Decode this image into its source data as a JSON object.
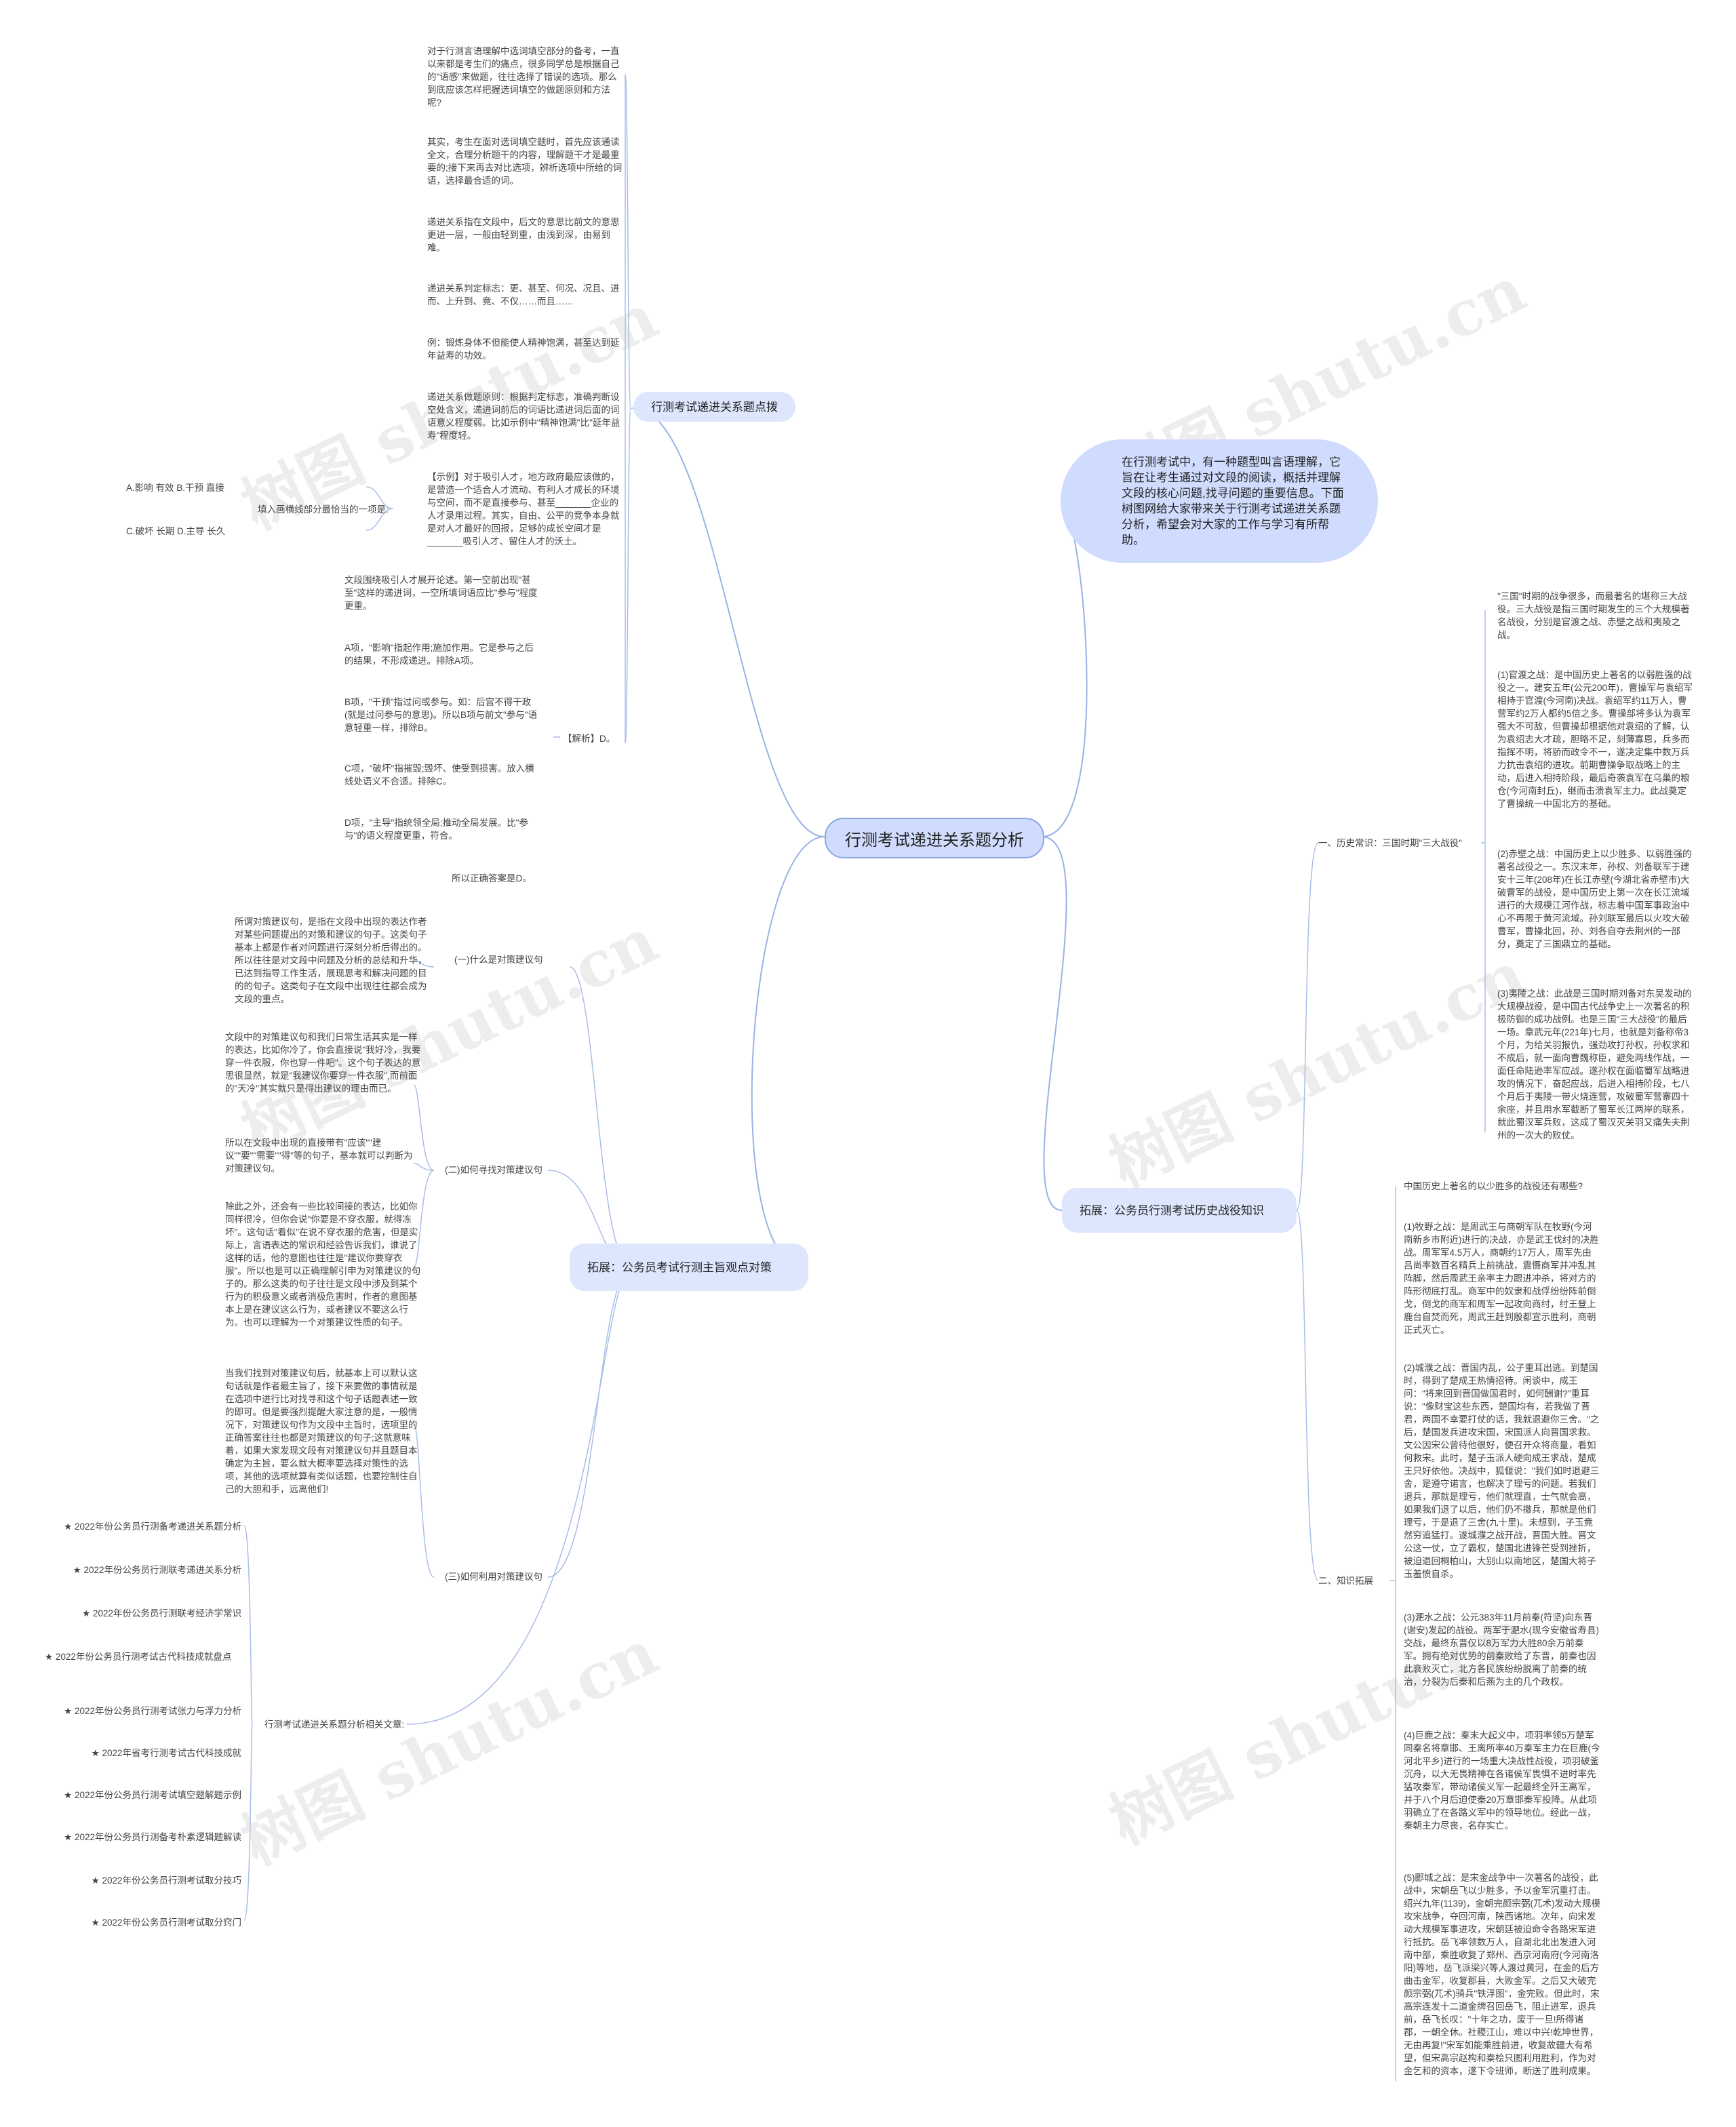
{
  "watermark": "树图 shutu.cn",
  "root": "行测考试递进关系题分析",
  "intro": "在行测考试中，有一种题型叫言语理解，它旨在让考生通过对文段的阅读，概括并理解文段的核心问题,找寻问题的重要信息。下面树图网给大家带来关于行测考试递进关系题分析，希望会对大家的工作与学习有所帮助。",
  "branch1": {
    "title": "行测考试递进关系题点拨",
    "leaves": [
      "对于行测言语理解中选词填空部分的备考，一直以来都是考生们的痛点，很多同学总是根据自己的\"语感\"来做题，往往选择了错误的选项。那么到底应该怎样把握选词填空的做题原则和方法呢?",
      "其实，考生在面对选词填空题时，首先应该通读全文，合理分析题干的内容，理解题干才是最重要的;接下来再去对比选项，辨析选项中所给的词语，选择最合适的词。",
      "递进关系指在文段中，后文的意思比前文的意思更进一层，一般由轻到重，由浅到深，由易到难。",
      "递进关系判定标志：更、甚至、何况、况且、进而、上升到、竟、不仅……而且……",
      "例：锻炼身体不但能使人精神饱满，甚至达到延年益寿的功效。",
      "递进关系做题原则：根据判定标志，准确判断设空处含义，递进词前后的词语比递进词后面的词语意义程度弱。比如示例中\"精神饱满\"比\"延年益寿\"程度轻。",
      "【示例】对于吸引人才，地方政府最应该做的，是营造一个适合人才流动、有利人才成长的环境与空间，而不是直接参与、甚至_______企业的人才录用过程。其实，自由、公平的竞争本身就是对人才最好的回报，足够的成长空间才是_______吸引人才、留住人才的沃土。"
    ],
    "question_label": "填入画横线部分最恰当的一项是:",
    "options": [
      "A.影响 有效 B.干预 直接",
      "C.破坏 长期 D.主导 长久"
    ],
    "analysis_label": "【解析】D。",
    "analysis": [
      "文段围绕吸引人才展开论述。第一空前出现\"甚至\"这样的递进词，一空所填词语应比\"参与\"程度更重。",
      "A项，\"影响\"指起作用;施加作用。它是参与之后的结果，不形成递进。排除A项。",
      "B项，\"干预\"指过问或参与。如：后宫不得干政(就是过问参与的意思)。所以B项与前文\"参与\"语意轻重一样，排除B。",
      "C项，\"破坏\"指摧毁;毁坏、使受到损害。放入横线处语义不合适。排除C。",
      "D项，\"主导\"指统领全局;推动全局发展。比\"参与\"的语义程度更重，符合。",
      "所以正确答案是D。"
    ]
  },
  "branch2": {
    "title": "拓展：公务员考试行测主旨观点对策",
    "sub1": {
      "label": "(一)什么是对策建议句",
      "text": "所谓对策建议句，是指在文段中出现的表达作者对某些问题提出的对策和建议的句子。这类句子基本上都是作者对问题进行深刻分析后得出的。所以往往是对文段中问题及分析的总结和升华，已达到指导工作生活，展现思考和解决问题的目的的句子。这类句子在文段中出现往往都会成为文段的重点。"
    },
    "sub2": {
      "label": "(二)如何寻找对策建议句",
      "texts": [
        "文段中的对策建议句和我们日常生活其实是一样的表达，比如你冷了，你会直接说\"我好冷，我要穿一件衣服，你也穿一件吧\"。这个句子表达的意思很显然，就是\"我建议你要穿一件衣服\",而前面的\"天冷\"其实就只是得出建议的理由而已。",
        "所以在文段中出现的直接带有\"应该\"\"建议\"\"要\"\"需要\"\"得\"等的句子，基本就可以判断为对策建议句。",
        "除此之外，还会有一些比较间接的表达，比如你同样很冷，但你会说\"你要是不穿衣服，就得冻坏\"。这句话\"看似\"在说不穿衣服的危害，但是实际上，言语表达的常识和经验告诉我们，谁说了这样的话，他的意图也往往是\"建议你要穿衣服\"。所以也是可以正确理解引申为对策建议的句子的。那么这类的句子往往是文段中涉及到某个行为的积极意义或者消极危害时，作者的意图基本上是在建议这么行为，或者建议不要这么行为。也可以理解为一个对策建议性质的句子。"
      ]
    },
    "sub3": {
      "label": "(三)如何利用对策建议句",
      "text": "当我们找到对策建议句后，就基本上可以默认这句话就是作者最主旨了，接下来要做的事情就是在选项中进行比对找寻和这个句子话题表述一致的即可。但是要强烈提醒大家注意的是，一般情况下，对策建议句作为文段中主旨时，选项里的正确答案往往也都是对策建议的句子;这就意味着，如果大家发现文段有对策建议句并且题目本确定为主旨，要么就大概率要选择对策性的选项，其他的选项就算有类似话题，也要控制住自己的大胆和手，远离他们!"
    },
    "sub4": {
      "label": "行测考试递进关系题分析相关文章:",
      "links": [
        "★ 2022年份公务员行测备考递进关系题分析",
        "★ 2022年份公务员行测联考递进关系分析",
        "★ 2022年份公务员行测联考经济学常识",
        "★ 2022年份公务员行测考试古代科技成就盘点",
        "★ 2022年份公务员行测考试张力与浮力分析",
        "★ 2022年省考行测考试古代科技成就",
        "★ 2022年份公务员行测考试填空题解题示例",
        "★ 2022年份公务员行测备考朴素逻辑题解读",
        "★ 2022年份公务员行测考试取分技巧",
        "★ 2022年份公务员行测考试取分窍门"
      ]
    }
  },
  "branch3": {
    "title": "拓展：公务员行测考试历史战役知识",
    "sub1": {
      "label": "一、历史常识：三国时期\"三大战役\"",
      "texts": [
        "\"三国\"时期的战争很多，而最著名的堪称三大战役。三大战役是指三国时期发生的三个大规模著名战役，分别是官渡之战、赤壁之战和夷陵之战。",
        "(1)官渡之战：是中国历史上著名的以弱胜强的战役之一。建安五年(公元200年)，曹操军与袁绍军相持于官渡(今河南)决战。袁绍军约11万人，曹营军约2万人都约5倍之多。曹操部将多认为袁军强大不可敌，但曹操却根据他对袁绍的了解，认为袁绍志大才疏，胆略不足，刻薄寡恩，兵多而指挥不明，将骄而政令不一，遂决定集中数万兵力抗击袁绍的进攻。前期曹操争取战略上的主动，后进入相持阶段，最后奇袭袁军在乌巢的粮仓(今河南封丘)，继而击溃袁军主力。此战奠定了曹操统一中国北方的基础。",
        "(2)赤壁之战：中国历史上以少胜多、以弱胜强的著名战役之一。东汉末年，孙权、刘备联军于建安十三年(208年)在长江赤壁(今湖北省赤壁市)大破曹军的战役，是中国历史上第一次在长江流域进行的大规模江河作战，标志着中国军事政治中心不再限于黄河流域。孙刘联军最后以火攻大破曹军，曹操北回，孙、刘各自夺去荆州的一部分，奠定了三国鼎立的基础。",
        "(3)夷陵之战：此战是三国时期刘备对东吴发动的大规模战役，是中国古代战争史上一次著名的积极防御的成功战例。也是三国\"三大战役\"的最后一场。章武元年(221年)七月，也就是刘备称帝3个月，为给关羽报仇，强劲攻打孙权，孙权求和不成后，就一面向曹魏称臣，避免两线作战，一面任命陆逊率军应战。遂孙权在面临蜀军战略进攻的情况下，奋起应战，后进入相持阶段，七八个月后于夷陵一带火烧连营，攻破蜀军营寨四十余座，并且用水军截断了蜀军长江两岸的联系，就此蜀汉军兵败，这成了蜀汉灭关羽又痛失夫荆州的一次大的败仗。"
      ]
    },
    "sub2": {
      "label": "二、知识拓展",
      "texts": [
        "中国历史上著名的以少胜多的战役还有哪些?",
        "(1)牧野之战：是周武王与商朝军队在牧野(今河南新乡市附近)进行的决战，亦是武王伐纣的决胜战。周军军4.5万人，商朝约17万人，周军先由吕尚率数百名精兵上前挑战，震慑商军并冲乱其阵脚，然后周武王亲率主力跟进冲杀，将对方的阵形彻底打乱。商军中的奴隶和战俘纷纷阵前倒戈，倒戈的商军和周军一起攻向商纣，纣王登上鹿台自焚而死，周武王赶到殷都宣示胜利，商朝正式灭亡。",
        "(2)城濮之战：晋国内乱，公子重耳出逃。到楚国时，得到了楚成王热情招待。闲谈中，成王问：\"将来回到晋国做国君时，如何酬谢?\"重耳说：\"像财宝这些东西，楚国均有，若我做了晋君，两国不幸要打仗的话，我就退避你三舍。\"之后，楚国发兵进攻宋国，宋国派人向晋国求救。文公因宋公曾待他很好，便召开众将商量，看如何救宋。此时，楚子玉派人硬向成王求战，楚成王只好依他。决战中，狐偃说：\"我们如时退避三舍，是遵守诺言，也解决了理亏的问题。若我们退兵，那就是理亏，他们就理直，士气就会高，如果我们退了以后，他们仍不撤兵，那就是他们理亏，于是退了三舍(九十里)。未想到，子玉竟然穷追猛打。遂城濮之战开战，晋国大胜。晋文公这一仗，立了霸权，楚国北进锋芒受到挫折，被迫退回桐柏山，大别山以南地区，楚国大将子玉羞愤自杀。",
        "(3)淝水之战：公元383年11月前秦(符坚)向东晋(谢安)发起的战役。两军于淝水(现今安徽省寿县)交战，最终东晋仅以8万军力大胜80余万前秦军。拥有绝对优势的前秦败给了东晋，前秦也因此衰败灭亡，北方各民族纷纷脱离了前秦的统治，分裂为后秦和后燕为主的几个政权。",
        "(4)巨鹿之战：秦末大起义中，项羽率领5万楚军同秦名将章邯、王离所率40万秦军主力在巨鹿(今河北平乡)进行的一场重大决战性战役，项羽破釜沉舟，以大无畏精神在各诸侯军畏惧不进时率先猛攻秦军，带动诸侯义军一起最终全歼王离军，并于八个月后迫使秦20万章邯秦军投降。从此项羽确立了在各路义军中的领导地位。经此一战，秦朝主力尽丧，名存实亡。",
        "(5)郾城之战：是宋金战争中一次著名的战役，此战中，宋朝岳飞以少胜多，予以金军沉重打击。绍兴九年(1139)，金朝完颜宗弼(兀术)发动大规模攻宋战争，夺回河南，陕西诸地。次年，向宋发动大规模军事进攻，宋朝廷被迫命令各路宋军进行抵抗。岳飞率领数万人，自湖北北出发进入河南中部，乘胜收复了郑州、西京河南府(今河南洛阳)等地，岳飞派梁兴等人渡过黄河，在金的后方曲击金军，收复郡县，大败金军。之后又大破完颜宗弼(兀术)骑兵\"铁浮图\"，金完败。但此时，宋高宗连发十二道金牌召回岳飞，阻止进军，退兵前，岳飞长叹：\"十年之功，废于一旦!所得诸郡，一朝全休。社稷江山，难以中兴!乾坤世界，无由再复!\"宋军如能乘胜前进，收复故疆大有希望，但宋高宗赵构和秦桧只图利用胜利，作为对金乞和的资本，遂下令班师，断送了胜利成果。"
      ]
    }
  }
}
